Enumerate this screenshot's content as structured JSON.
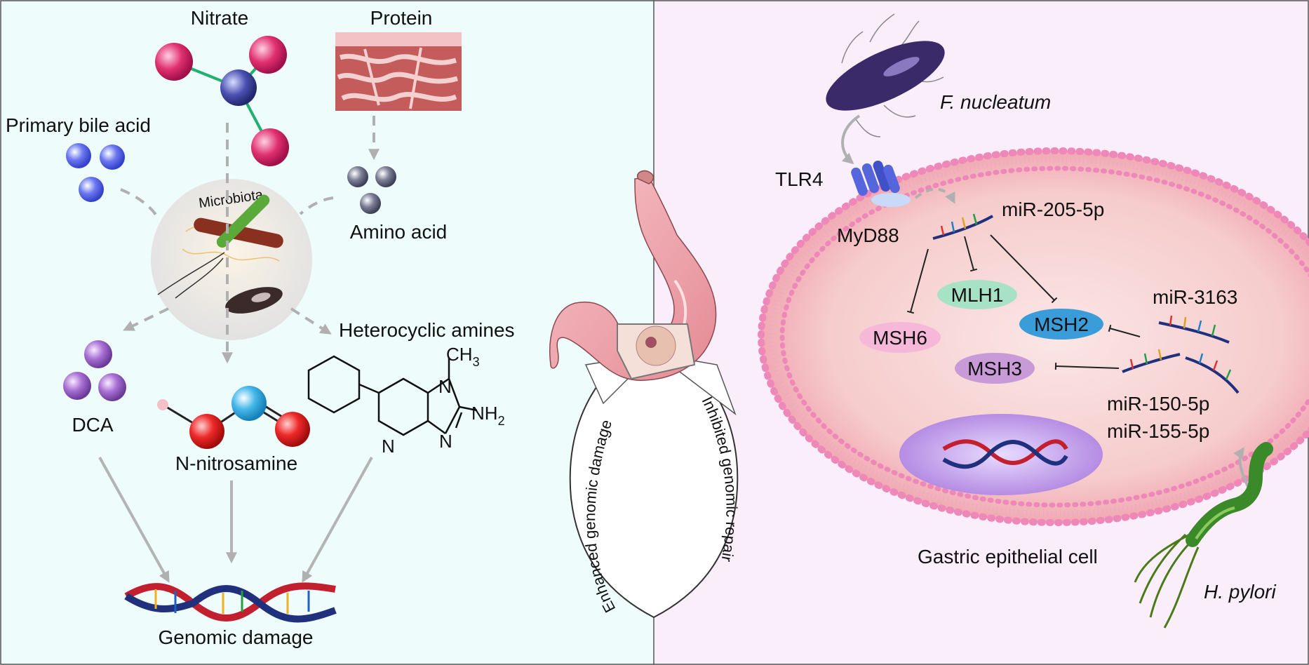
{
  "left_panel": {
    "nitrate": "Nitrate",
    "protein": "Protein",
    "primary_bile_acid": "Primary bile acid",
    "microbiota": "Microbiota",
    "amino_acid": "Amino acid",
    "heterocyclic_amines": "Heterocyclic amines",
    "dca": "DCA",
    "n_nitrosamine": "N-nitrosamine",
    "genomic_damage": "Genomic damage",
    "chem_ch": "CH",
    "chem_ch_sub": "3",
    "chem_n1": "N",
    "chem_nh": "NH",
    "chem_nh_sub": "2",
    "chem_n2": "N",
    "chem_n3": "N"
  },
  "center": {
    "enhanced": "Enhanced genomic damage",
    "inhibited": "Inhibited genomic repair"
  },
  "right_panel": {
    "f_nucleatum": "F. nucleatum",
    "tlr4": "TLR4",
    "myd88": "MyD88",
    "mir205": "miR-205-5p",
    "mlh1": "MLH1",
    "msh6": "MSH6",
    "msh2": "MSH2",
    "msh3": "MSH3",
    "mir3163": "miR-3163",
    "mir150": "miR-150-5p",
    "mir155": "miR-155-5p",
    "gastric_cell": "Gastric epithelial cell",
    "h_pylori": "H. pylori"
  },
  "colors": {
    "left_bg": "#eefcfc",
    "right_bg": "#fbeefb",
    "arrow_gray": "#b4b4b4",
    "membrane_pink": "#ef8fbf",
    "cell_fill": "#f6c4c8"
  }
}
